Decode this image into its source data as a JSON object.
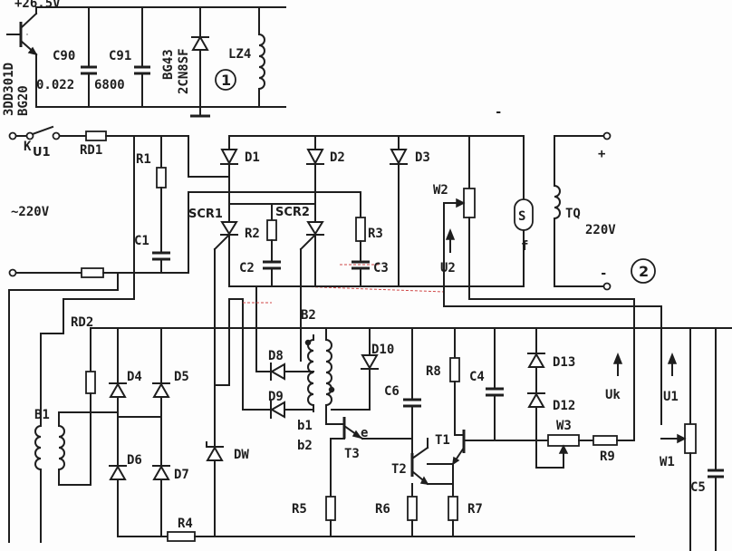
{
  "labels": {
    "supply": "+26.5V",
    "transistor_code": "3DD301D",
    "transistor_ref": "BG20",
    "c90": "C90",
    "c90_val": "0.022",
    "c91": "C91",
    "c91_val": "6800",
    "diode_ref": "BG43",
    "diode_code": "2CN8SF",
    "lz4": "LZ4",
    "circle1": "1",
    "k": "K",
    "k_sub": "U1",
    "rd1": "RD1",
    "r1": "R1",
    "c1": "C1",
    "ac_in": "~220V",
    "d1": "D1",
    "d2": "D2",
    "d3": "D3",
    "scr1": "SCR1",
    "scr2": "SCR2",
    "r2": "R2",
    "r3": "R3",
    "c2": "C2",
    "c3": "C3",
    "w2": "W2",
    "u2": "U2",
    "motor": "S",
    "f": "f",
    "tq": "TQ",
    "out_v": "220V",
    "plus": "+",
    "minus": "-",
    "circle2": "2",
    "rd2": "RD2",
    "b1": "B1",
    "b2": "B2",
    "d4": "D4",
    "d5": "D5",
    "d6": "D6",
    "d7": "D7",
    "dw": "DW",
    "d8": "D8",
    "d9": "D9",
    "d10": "D10",
    "b1w": "b1",
    "b2w": "b2",
    "e": "e",
    "c6": "C6",
    "r8": "R8",
    "c4": "C4",
    "d13": "D13",
    "d12": "D12",
    "uk": "Uk",
    "u1": "U1",
    "t1": "T1",
    "t2": "T2",
    "t3": "T3",
    "w3": "W3",
    "r9": "R9",
    "w1": "W1",
    "c5": "C5",
    "r4": "R4",
    "r5": "R5",
    "r6": "R6",
    "r7": "R7",
    "top_mark": "-"
  }
}
